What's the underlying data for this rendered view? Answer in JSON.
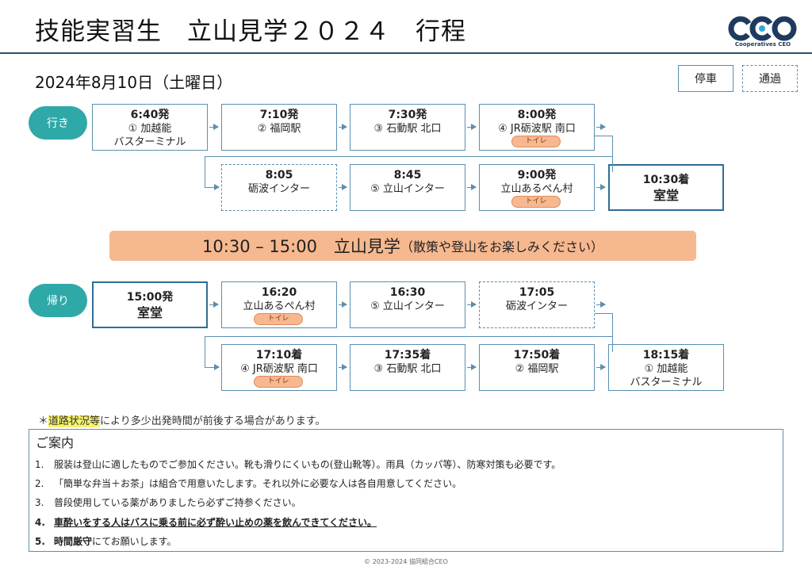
{
  "header": {
    "title": "技能実習生　立山見学２０２４　行程",
    "logo_text": "CEO",
    "logo_sub": "Cooperatives CEO"
  },
  "date": "2024年8月10日（土曜日）",
  "legend": {
    "stop": "停車",
    "pass": "通過"
  },
  "outbound": {
    "label": "行き",
    "stops": [
      {
        "time": "6:40発",
        "lines": [
          "① 加越能",
          "バスターミナル"
        ],
        "toilet": ""
      },
      {
        "time": "7:10発",
        "lines": [
          "② 福岡駅"
        ],
        "toilet": ""
      },
      {
        "time": "7:30発",
        "lines": [
          "③ 石動駅 北口"
        ],
        "toilet": ""
      },
      {
        "time": "8:00発",
        "lines": [
          "④ JR砺波駅 南口"
        ],
        "toilet": "トイレ"
      },
      {
        "time": "8:05",
        "lines": [
          "砺波インター"
        ],
        "toilet": ""
      },
      {
        "time": "8:45",
        "lines": [
          "⑤ 立山インター"
        ],
        "toilet": ""
      },
      {
        "time": "9:00発",
        "lines": [
          "立山あるぺん村"
        ],
        "toilet": "トイレ"
      },
      {
        "time": "10:30着",
        "lines": [
          "室堂"
        ],
        "toilet": ""
      }
    ]
  },
  "banner": {
    "main": "10:30 – 15:00　立山見学",
    "sub": "（散策や登山をお楽しみください）"
  },
  "return": {
    "label": "帰り",
    "stops": [
      {
        "time": "15:00発",
        "lines": [
          "室堂"
        ],
        "toilet": ""
      },
      {
        "time": "16:20",
        "lines": [
          "立山あるぺん村"
        ],
        "toilet": "トイレ"
      },
      {
        "time": "16:30",
        "lines": [
          "⑤ 立山インター"
        ],
        "toilet": ""
      },
      {
        "time": "17:05",
        "lines": [
          "砺波インター"
        ],
        "toilet": ""
      },
      {
        "time": "17:10着",
        "lines": [
          "④ JR砺波駅 南口"
        ],
        "toilet": "トイレ"
      },
      {
        "time": "17:35着",
        "lines": [
          "③ 石動駅 北口"
        ],
        "toilet": ""
      },
      {
        "time": "17:50着",
        "lines": [
          "② 福岡駅"
        ],
        "toilet": ""
      },
      {
        "time": "18:15着",
        "lines": [
          "① 加越能",
          "バスターミナル"
        ],
        "toilet": ""
      }
    ]
  },
  "note": {
    "prefix": "＊",
    "highlight": "道路状況等",
    "rest": "により多少出発時間が前後する場合があります。"
  },
  "guide": {
    "heading": "ご案内",
    "items": [
      {
        "num": "1.",
        "text": "服装は登山に適したものでご参加ください。靴も滑りにくいもの(登山靴等）。雨具（カッパ等）、防寒対策も必要です。"
      },
      {
        "num": "2.",
        "text": "「簡単な弁当＋お茶」は組合で用意いたします。それ以外に必要な人は各自用意してください。"
      },
      {
        "num": "3.",
        "text": "普段使用している薬がありましたら必ずご持参ください。"
      },
      {
        "num": "4.",
        "text": "車酔いをする人はバスに乗る前に必ず酔い止めの薬を飲んできてください。"
      },
      {
        "num": "5.",
        "bold": "時間厳守",
        "text": "にてお願いします。"
      }
    ]
  },
  "copyright": "© 2023-2024 協同組合CEO",
  "colors": {
    "accent": "#2fa8a8",
    "border": "#5b8fb0",
    "banner": "#f6b88f",
    "toilet": "#f7b890"
  }
}
